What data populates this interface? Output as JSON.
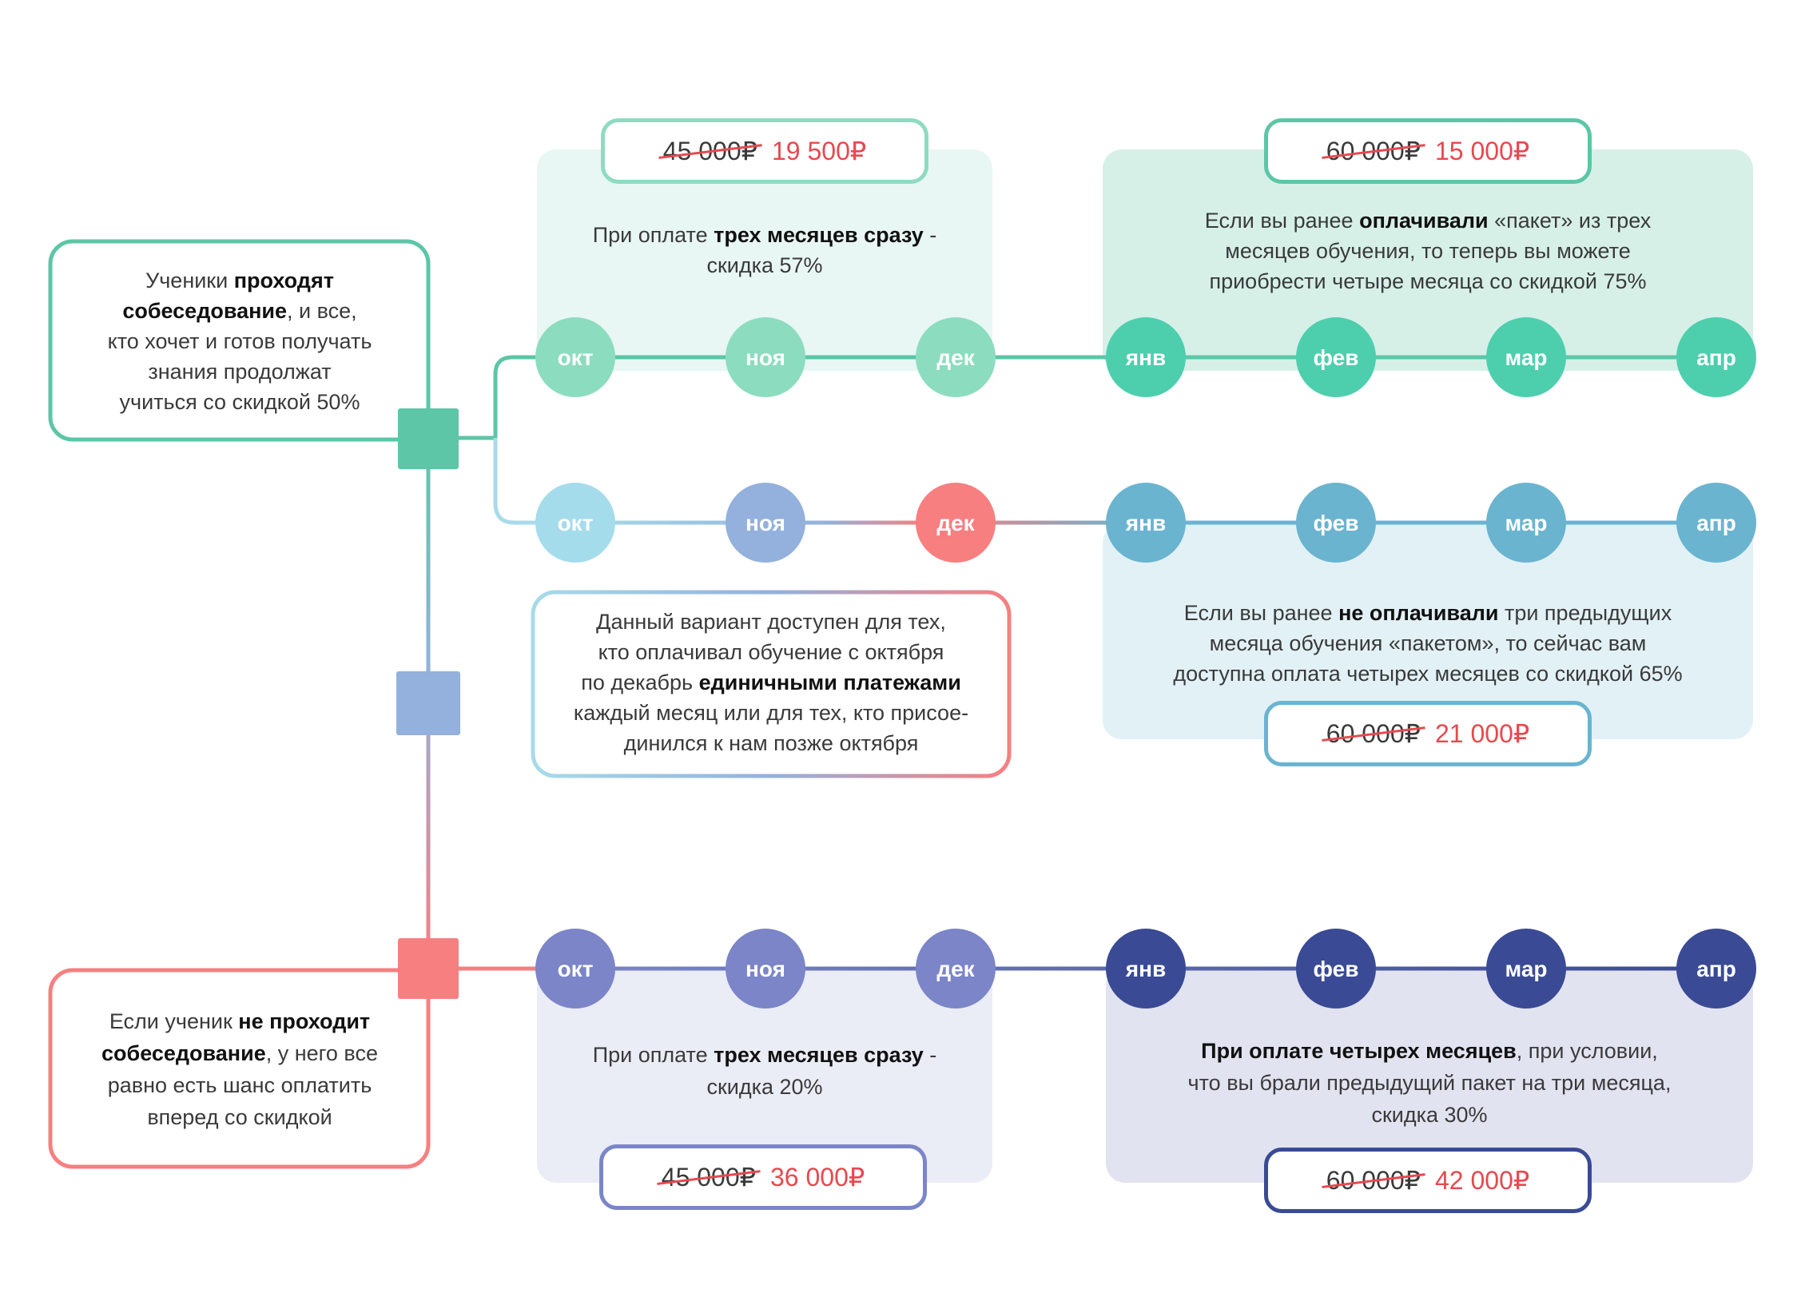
{
  "months": [
    "окт",
    "ноя",
    "дек",
    "янв",
    "фев",
    "мар",
    "апр"
  ],
  "colors": {
    "green": "#5cc6a7",
    "blue_light": "#a7dbe9",
    "blue": "#6ab4d0",
    "red": "#f77f80",
    "indigo": "#7b85c8",
    "navy": "#3a4a95",
    "accent_red": "#e8484f"
  },
  "left_boxes": {
    "pass": {
      "l1": "Ученики ",
      "l1_b": "проходят",
      "l2_b": "собеседование",
      "l2": ", и все,",
      "l3": "кто хочет и готов получать",
      "l4": "знания продолжат",
      "l5": "учиться со скидкой 50%"
    },
    "fail": {
      "l1": "Если ученик ",
      "l1_b": "не проходит",
      "l2_b": "собеседование",
      "l2": ", у него все",
      "l3": "равно есть шанс оплатить",
      "l4": "вперед со скидкой"
    }
  },
  "row1": {
    "panel_a": {
      "l1": "При оплате ",
      "l1_b": "трех месяцев сразу",
      "l1_end": " -",
      "l2": "скидка 57%",
      "price_old": "45 000₽",
      "price_new": "19 500₽"
    },
    "panel_b": {
      "l1": "Если вы ранее ",
      "l1_b": "оплачивали",
      "l1_end": " «пакет» из трех",
      "l2": "месяцев  обучения, то теперь вы можете",
      "l3": "приобрести четыре месяца со скидкой 75%",
      "price_old": "60 000₽",
      "price_new": "15 000₽"
    }
  },
  "row2": {
    "note": {
      "l1": "Данный вариант доступен для тех,",
      "l2": "кто оплачивал обучение с октября",
      "l3": "по декабрь ",
      "l3_b": "единичными платежами",
      "l4": "каждый месяц или для тех, кто присое-",
      "l5": "динился к нам позже октября"
    },
    "panel_b": {
      "l1": "Если вы ранее ",
      "l1_b": "не оплачивали",
      "l1_end": " три предыдущих",
      "l2": "месяца обучения «пакетом», то сейчас вам",
      "l3": "доступна оплата четырех месяцев со скидкой 65%",
      "price_old": "60 000₽",
      "price_new": "21 000₽"
    }
  },
  "row3": {
    "panel_a": {
      "l1": "При оплате ",
      "l1_b": "трех месяцев сразу",
      "l1_end": " -",
      "l2": "скидка 20%",
      "price_old": "45 000₽",
      "price_new": "36 000₽"
    },
    "panel_b": {
      "l1_b": "При оплате четырех месяцев",
      "l1_end": ", при условии,",
      "l2": "что вы брали предыдущий пакет на три месяца,",
      "l3": "скидка 30%",
      "price_old": "60 000₽",
      "price_new": "42 000₽"
    }
  }
}
